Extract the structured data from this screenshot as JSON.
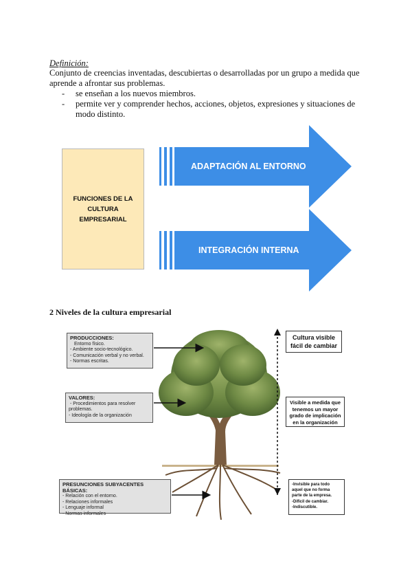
{
  "definition": {
    "title": "Definición:",
    "line1": "Conjunto de creencias inventadas, descubiertas o desarrolladas por un grupo a medida que",
    "line2": "aprende a afrontar sus problemas.",
    "bullets": [
      "se enseñan a los nuevos miembros.",
      "permite ver y comprender hechos, acciones, objetos, expresiones y situaciones de",
      "modo distinto."
    ]
  },
  "functions_diagram": {
    "box_line1": "FUNCIONES DE LA",
    "box_line2": "CULTURA",
    "box_line3": "EMPRESARIAL",
    "arrow_top": "ADAPTACIÓN AL ENTORNO",
    "arrow_bottom": "INTEGRACIÓN INTERNA",
    "colors": {
      "arrow": "#3d8ee6",
      "box": "#fde9b8"
    }
  },
  "section2": {
    "title": "2 Niveles de la cultura empresarial",
    "producciones": {
      "heading": "PRODUCCIONES:",
      "items": [
        "Entorno físico.",
        "- Ambiente socio-tecnológico.",
        "- Comunicación verbal y no verbal.",
        "- Normas escritas."
      ]
    },
    "valores": {
      "heading": "VALORES:",
      "items": [
        "- Procedimientos para resolver",
        "problemas.",
        "- Ideología de la organización"
      ]
    },
    "presunciones": {
      "heading": "PRESUNCIONES SUBYACENTES BÁSICAS:",
      "items": [
        "- Relación con el entorno.",
        "- Relaciones informales",
        "- Lenguaje informal",
        "- Normas informales"
      ]
    },
    "right_top": [
      "Cultura visible",
      "fácil de cambiar"
    ],
    "right_mid": [
      "Visible a medida que",
      "tenemos un mayor",
      "grado de implicación",
      "en la organización"
    ],
    "right_bottom": [
      "-Invisible para todo",
      "aquel que no forma",
      "parte de la empresa.",
      "-Difícil de cambiar.",
      "-Indiscutible."
    ]
  }
}
